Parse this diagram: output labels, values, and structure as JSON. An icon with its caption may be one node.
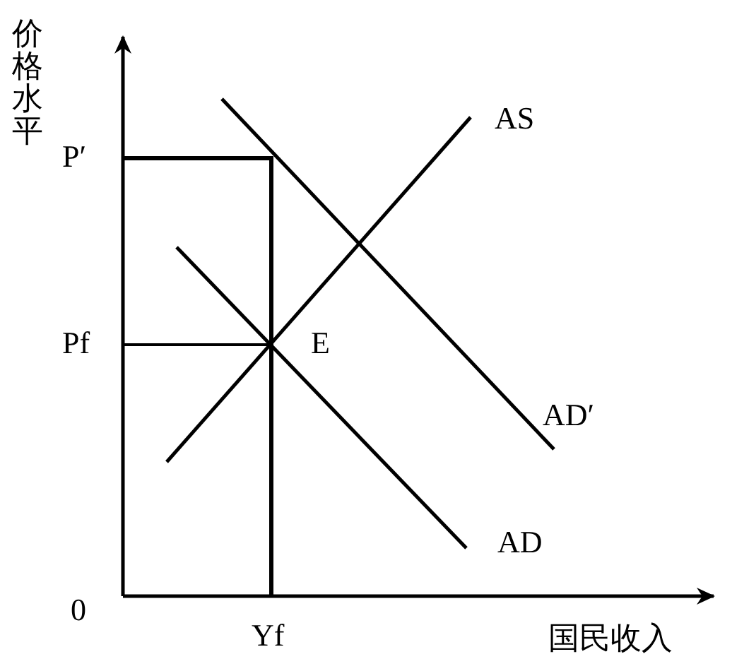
{
  "diagram": {
    "labels": [
      "价格水平",
      "P′",
      "Pf",
      "0",
      "Yf",
      "国民收入",
      "AS",
      "AD′",
      "E",
      "AD"
    ]
  }
}
